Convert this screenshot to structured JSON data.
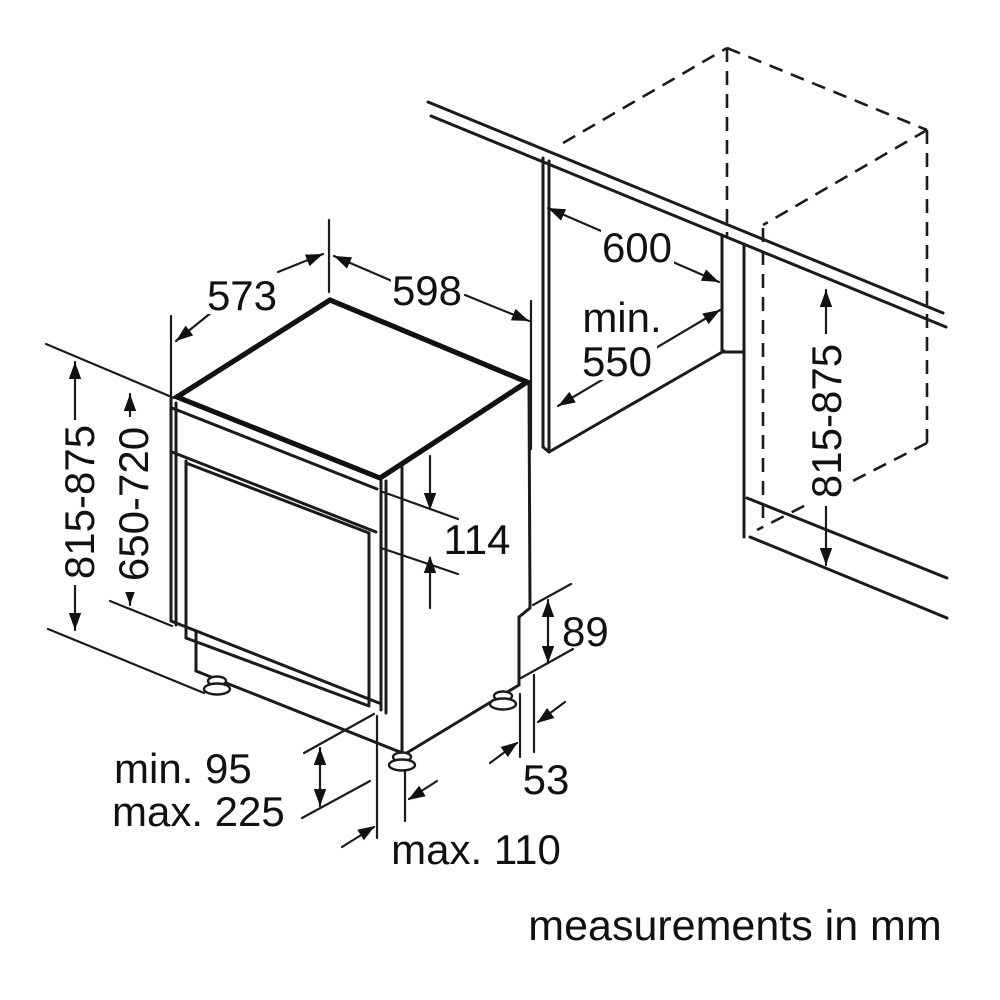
{
  "diagram": {
    "type": "appliance-installation-drawing",
    "subject": "built-under dishwasher niche dimensions",
    "units_note": "measurements in mm",
    "colors": {
      "line": "#1b1b1b",
      "background": "#ffffff"
    },
    "dims": {
      "depth_top": "573",
      "width_top": "598",
      "niche_width": "600",
      "niche_depth_prefix": "min.",
      "niche_depth_value": "550",
      "height_range_left": "815-875",
      "door_height_range": "650-720",
      "control_panel_height": "114",
      "plinth_step_height": "89",
      "rear_clearance": "53",
      "plinth_height_min": "min. 95",
      "plinth_height_max": "max. 225",
      "toe_kick_recess_max": "max. 110",
      "niche_height_right": "815-875"
    }
  }
}
